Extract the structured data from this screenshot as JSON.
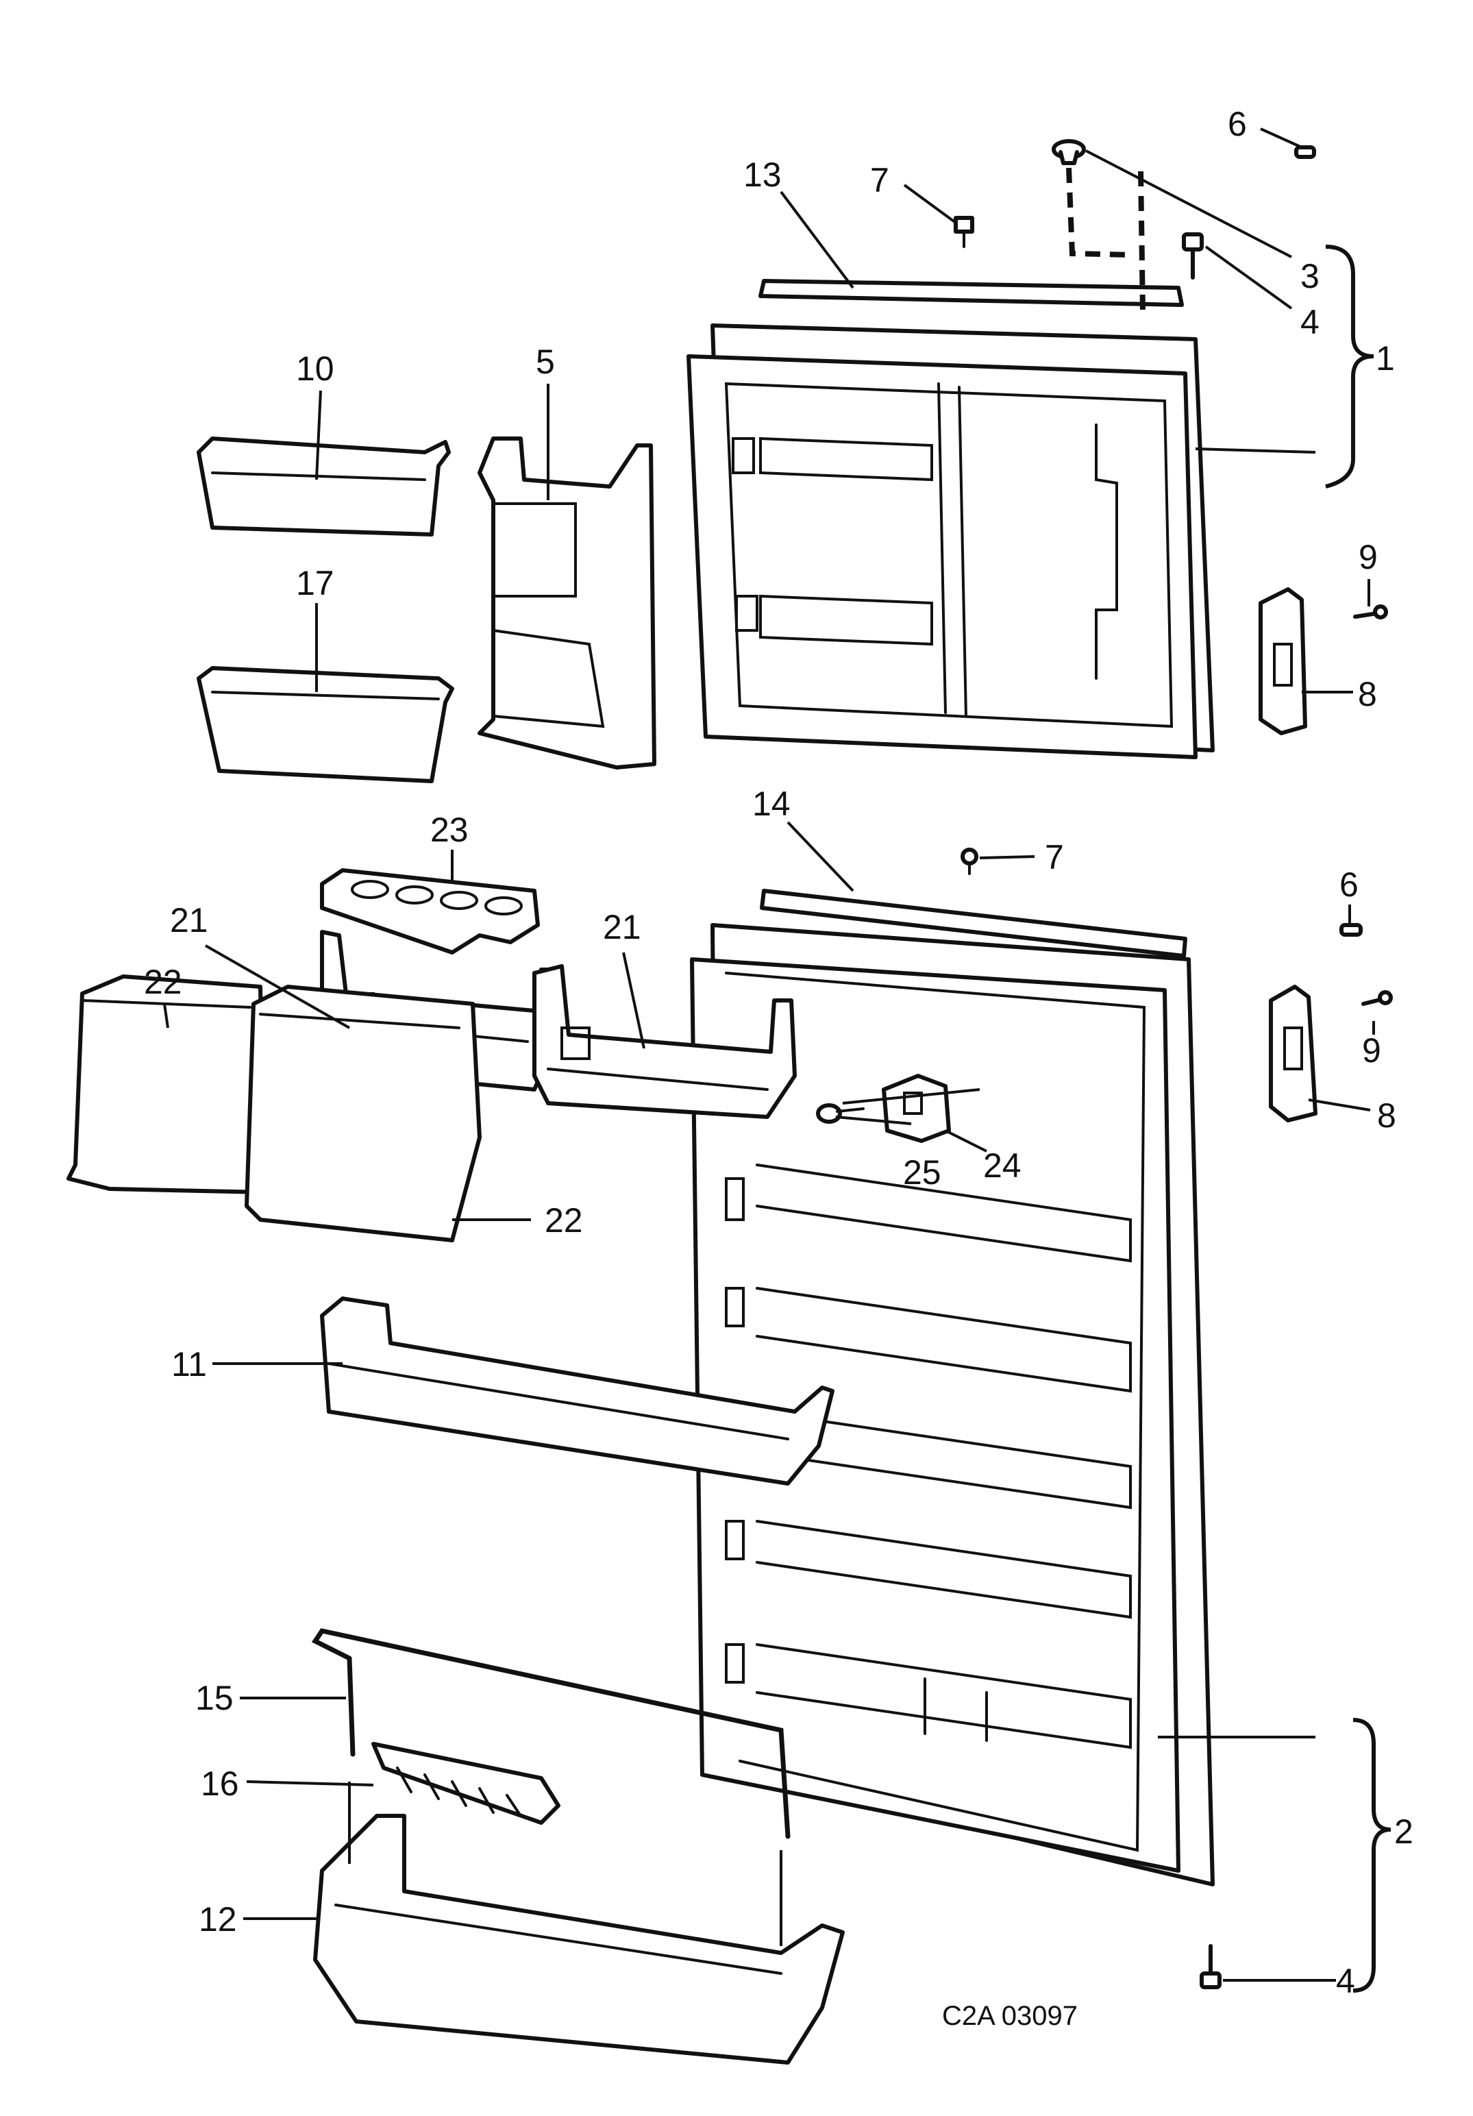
{
  "diagram": {
    "drawing_code": "C2A 03097",
    "callouts": [
      {
        "id": "c6a",
        "text": "6"
      },
      {
        "id": "c3",
        "text": "3"
      },
      {
        "id": "c4a",
        "text": "4"
      },
      {
        "id": "c1",
        "text": "1"
      },
      {
        "id": "c13",
        "text": "13"
      },
      {
        "id": "c7a",
        "text": "7"
      },
      {
        "id": "c10",
        "text": "10"
      },
      {
        "id": "c5",
        "text": "5"
      },
      {
        "id": "c17",
        "text": "17"
      },
      {
        "id": "c9a",
        "text": "9"
      },
      {
        "id": "c8a",
        "text": "8"
      },
      {
        "id": "c23",
        "text": "23"
      },
      {
        "id": "c14",
        "text": "14"
      },
      {
        "id": "c7b",
        "text": "7"
      },
      {
        "id": "c6b",
        "text": "6"
      },
      {
        "id": "c21a",
        "text": "21"
      },
      {
        "id": "c21b",
        "text": "21"
      },
      {
        "id": "c22a",
        "text": "22"
      },
      {
        "id": "c9b",
        "text": "9"
      },
      {
        "id": "c8b",
        "text": "8"
      },
      {
        "id": "c25",
        "text": "25"
      },
      {
        "id": "c24",
        "text": "24"
      },
      {
        "id": "c22b",
        "text": "22"
      },
      {
        "id": "c11",
        "text": "11"
      },
      {
        "id": "c15",
        "text": "15"
      },
      {
        "id": "c16",
        "text": "16"
      },
      {
        "id": "c2",
        "text": "2"
      },
      {
        "id": "c12",
        "text": "12"
      },
      {
        "id": "c4b",
        "text": "4"
      }
    ]
  }
}
